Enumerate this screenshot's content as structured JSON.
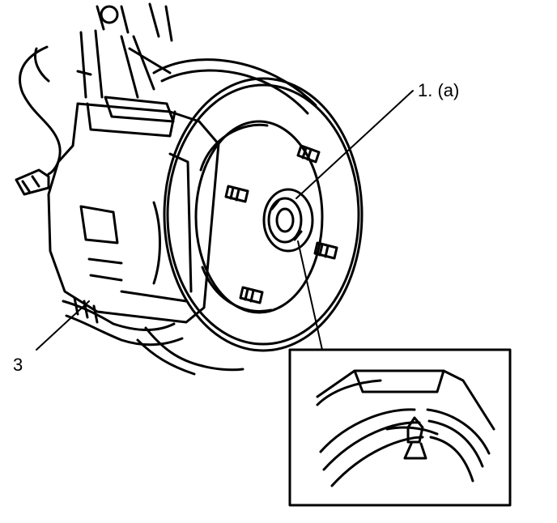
{
  "diagram": {
    "callouts": [
      {
        "id": "1",
        "text": "1. (a)"
      },
      {
        "id": "3",
        "text": "3"
      }
    ],
    "colors": {
      "line": "#000000",
      "background": "#ffffff"
    }
  }
}
